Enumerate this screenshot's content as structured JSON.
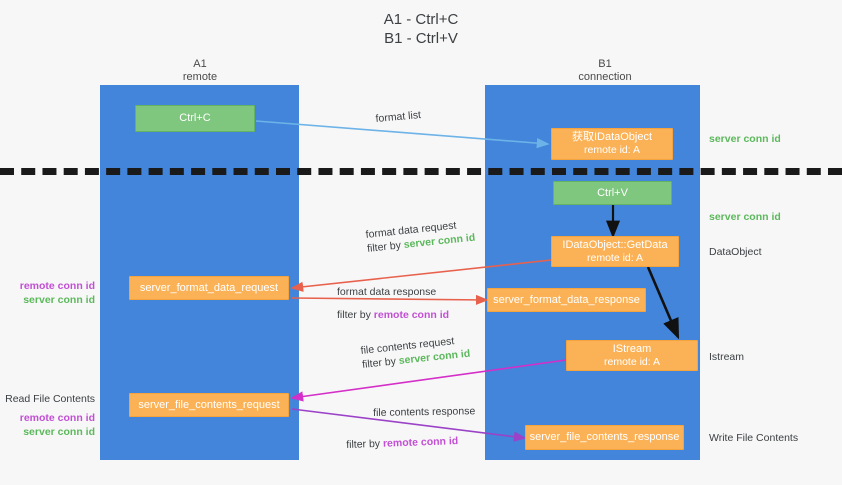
{
  "title": {
    "line1": "A1 - Ctrl+C",
    "line2": "B1 - Ctrl+V"
  },
  "lanes": [
    {
      "name": "A1",
      "sub": "remote"
    },
    {
      "name": "B1",
      "sub": "connection"
    }
  ],
  "nodes": {
    "ctrl_c": {
      "line1": "Ctrl+C",
      "line2": ""
    },
    "get_idataobject": {
      "line1": "获取IDataObject",
      "line2": "remote id: A"
    },
    "ctrl_v": {
      "line1": "Ctrl+V",
      "line2": ""
    },
    "idataobject_getdata": {
      "line1": "IDataObject::GetData",
      "line2": "remote id: A"
    },
    "server_format_data_request": {
      "line1": "server_format_data_request",
      "line2": ""
    },
    "server_format_data_response": {
      "line1": "server_format_data_response",
      "line2": ""
    },
    "istream": {
      "line1": "IStream",
      "line2": "remote id: A"
    },
    "server_file_contents_request": {
      "line1": "server_file_contents_request",
      "line2": ""
    },
    "server_file_contents_response": {
      "line1": "server_file_contents_response",
      "line2": ""
    }
  },
  "edge_labels": {
    "format_list": "format list",
    "format_data_request": "format data request",
    "format_data_request_filter_prefix": "filter by ",
    "format_data_request_filter_value": "server conn id",
    "format_data_response": "format data response",
    "format_data_response_filter_prefix": "filter by ",
    "format_data_response_filter_value": "remote conn id",
    "file_contents_request": "file contents request",
    "file_contents_request_filter_prefix": "filter by ",
    "file_contents_request_filter_value": "server conn id",
    "file_contents_response": "file contents response",
    "file_contents_response_filter_prefix": "filter by ",
    "file_contents_response_filter_value": "remote conn id"
  },
  "annotations": {
    "right_server_conn_id_top": "server conn id",
    "right_server_conn_id_mid": "server conn id",
    "right_dataobject": "DataObject",
    "right_istream": "Istream",
    "right_write_file_contents": "Write File Contents",
    "left_remote_conn_id_1": "remote conn id",
    "left_server_conn_id_1": "server conn id",
    "left_read_file_contents": "Read File Contents",
    "left_remote_conn_id_2": "remote conn id",
    "left_server_conn_id_2": "server conn id"
  },
  "colors": {
    "lane": "#4285da",
    "green_node": "#7fc67f",
    "orange_node": "#fbb257",
    "server_conn_id": "#5cb85c",
    "remote_conn_id": "#c24fd4",
    "arrow_blue": "#6db3e8",
    "arrow_red": "#e8614d",
    "arrow_magenta": "#d42fc8",
    "arrow_purple": "#9b42c8",
    "arrow_black": "#111111"
  }
}
